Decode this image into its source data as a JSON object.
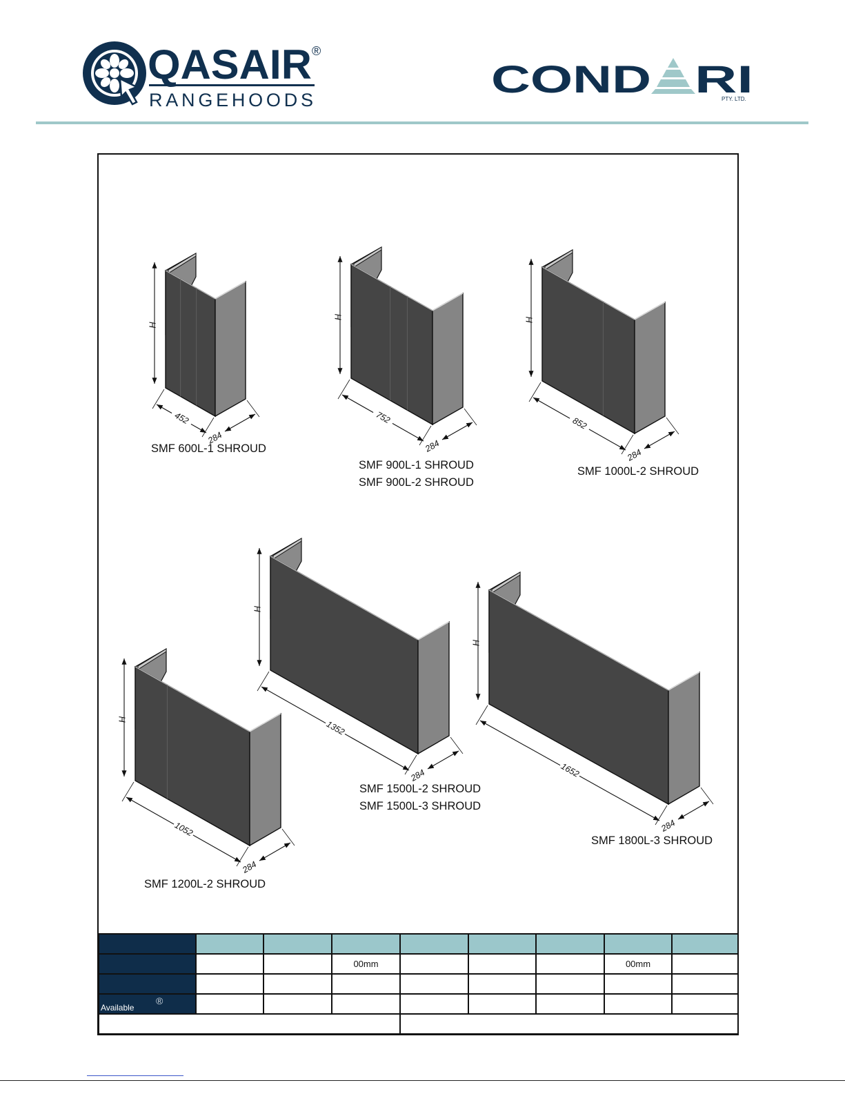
{
  "header": {
    "qasair_logo": {
      "brand": "QASAIR",
      "registered": "®",
      "sub": "RANGEHOODS"
    },
    "condari_logo": {
      "brand_left": "COND",
      "brand_right": "RI",
      "sub": "PTY. LTD."
    }
  },
  "drawings": [
    {
      "labels": [
        "SMF 600L-1 SHROUD"
      ],
      "width_dim": "452",
      "depth_dim": "284",
      "height_dim": "H"
    },
    {
      "labels": [
        "SMF 900L-1 SHROUD",
        "SMF 900L-2 SHROUD"
      ],
      "width_dim": "752",
      "depth_dim": "284",
      "height_dim": "H"
    },
    {
      "labels": [
        "SMF 1000L-2 SHROUD"
      ],
      "width_dim": "852",
      "depth_dim": "284",
      "height_dim": "H"
    },
    {
      "labels": [
        "SMF 1200L-2 SHROUD"
      ],
      "width_dim": "1052",
      "depth_dim": "284",
      "height_dim": "H"
    },
    {
      "labels": [
        "SMF 1500L-2 SHROUD",
        "SMF 1500L-3 SHROUD"
      ],
      "width_dim": "1352",
      "depth_dim": "284",
      "height_dim": "H"
    },
    {
      "labels": [
        "SMF 1800L-3 SHROUD"
      ],
      "width_dim": "1652",
      "depth_dim": "284",
      "height_dim": "H"
    }
  ],
  "table": {
    "row1": [
      "",
      "",
      "00mm",
      "",
      "",
      "",
      "00mm",
      ""
    ],
    "row3_label": "Available",
    "row3_symbol": "®"
  },
  "colors": {
    "navy": "#0f2d4a",
    "teal": "#9bc7cb",
    "panel_front": "#454545",
    "panel_side": "#858585"
  }
}
